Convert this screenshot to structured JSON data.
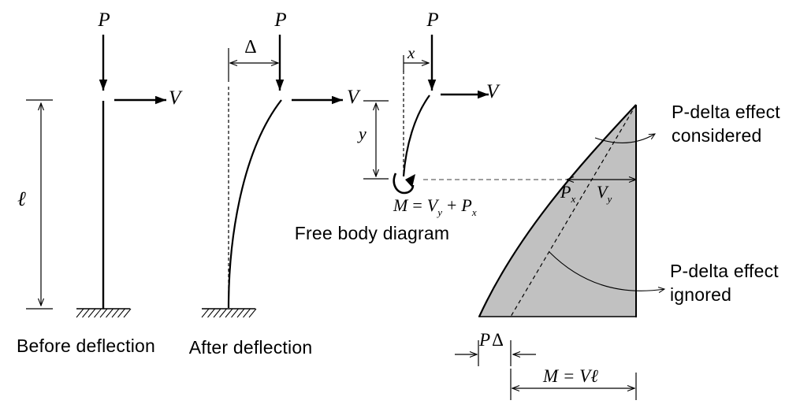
{
  "colors": {
    "shade": "#c1c1c1",
    "gray_dash": "#909090",
    "ink": "#000000"
  },
  "before": {
    "caption": "Before deflection",
    "p": "P",
    "v": "V",
    "length": "ℓ"
  },
  "after": {
    "caption": "After deflection",
    "p": "P",
    "v": "V",
    "delta": "Δ"
  },
  "fbd": {
    "caption": "Free body diagram",
    "p": "P",
    "v": "V",
    "x": "x",
    "y": "y",
    "equation": {
      "lhs": "M",
      "equals": "=",
      "term1": "V",
      "term1_sub": "y",
      "plus": "+",
      "term2": "P",
      "term2_sub": "x"
    }
  },
  "moment": {
    "px": {
      "main": "P",
      "sub": "x"
    },
    "vy": {
      "main": "V",
      "sub": "y"
    },
    "considered_line1": "P-delta effect",
    "considered_line2": "considered",
    "ignored_line1": "P-delta effect",
    "ignored_line2": "ignored",
    "p_delta": {
      "p": "P",
      "delta": "Δ"
    },
    "base_moment": {
      "prefix": "M = V",
      "ell": "ℓ"
    }
  }
}
